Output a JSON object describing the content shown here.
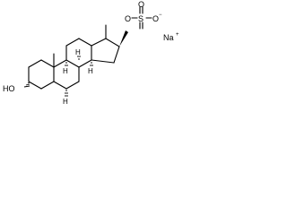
{
  "structure": {
    "labels": {
      "ho": "HO",
      "o_link": "O",
      "s": "S",
      "o_top": "O",
      "o_right": "O",
      "o_minus": "−",
      "na": "Na",
      "na_plus": "+",
      "h": "H"
    }
  }
}
